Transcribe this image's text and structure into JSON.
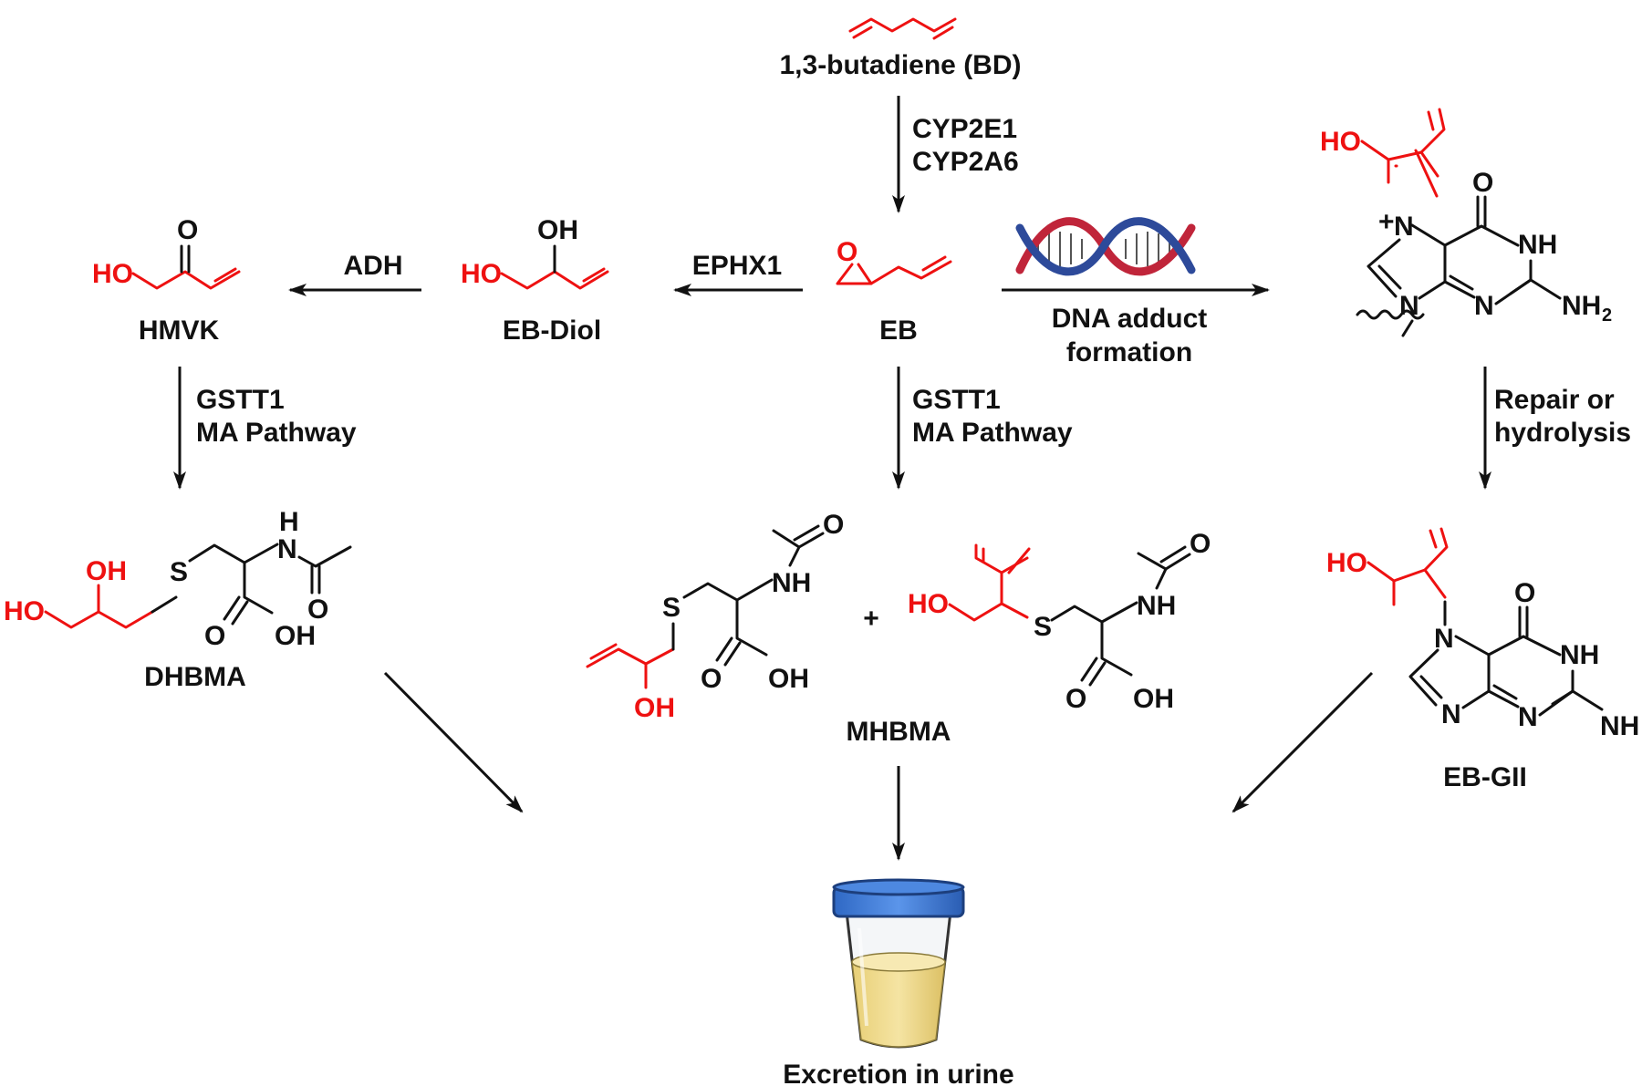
{
  "labels": {
    "bd": "1,3-butadiene (BD)",
    "cyp1": "CYP2E1",
    "cyp2": "CYP2A6",
    "ephx": "EPHX1",
    "adh": "ADH",
    "eb": "EB",
    "eb_diol": "EB-Diol",
    "hmvk": "HMVK",
    "dna_adduct_1": "DNA adduct",
    "dna_adduct_2": "formation",
    "gstt_left_1": "GSTT1",
    "gstt_left_2": "MA Pathway",
    "gstt_mid_1": "GSTT1",
    "gstt_mid_2": "MA Pathway",
    "repair_1": "Repair or",
    "repair_2": "hydrolysis",
    "dhbma": "DHBMA",
    "mhbma": "MHBMA",
    "ebgii": "EB-GII",
    "plus": "+",
    "excretion": "Excretion in urine"
  },
  "atoms": {
    "O": "O",
    "OH": "OH",
    "HO": "HO",
    "S": "S",
    "H": "H",
    "N": "N",
    "NH": "NH",
    "NH2": "NH",
    "sub2": "2",
    "plus": "+"
  },
  "colors": {
    "black": "#111111",
    "red": "#ee1111",
    "dna_red": "#c0253a",
    "dna_blue": "#2d4a9a",
    "cup_lid": "#3a78d6",
    "urine": "#efd98a"
  }
}
